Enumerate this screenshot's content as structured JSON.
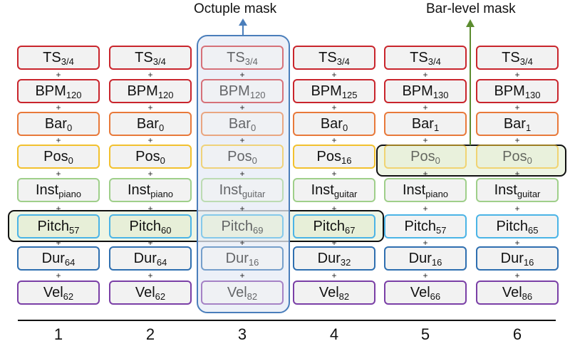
{
  "labels": {
    "octuple_mask": "Octuple mask",
    "bar_level_mask": "Bar-level mask"
  },
  "separator": "+",
  "row_colors": [
    "#c9252c",
    "#c9252c",
    "#e8793a",
    "#f2c12e",
    "#9fcf8a",
    "#4bb4e6",
    "#2f6fb0",
    "#7a3fa6"
  ],
  "mask_colors": {
    "octuple": "#4a7ebb",
    "bar_level": "#5b8c2f",
    "highlight": "#111111"
  },
  "columns": [
    {
      "number": "1",
      "cells": [
        {
          "base": "TS",
          "sub": "3/4"
        },
        {
          "base": "BPM",
          "sub": "120"
        },
        {
          "base": "Bar",
          "sub": "0"
        },
        {
          "base": "Pos",
          "sub": "0"
        },
        {
          "base": "Inst",
          "sub": "piano"
        },
        {
          "base": "Pitch",
          "sub": "57"
        },
        {
          "base": "Dur",
          "sub": "64"
        },
        {
          "base": "Vel",
          "sub": "62"
        }
      ]
    },
    {
      "number": "2",
      "cells": [
        {
          "base": "TS",
          "sub": "3/4"
        },
        {
          "base": "BPM",
          "sub": "120"
        },
        {
          "base": "Bar",
          "sub": "0"
        },
        {
          "base": "Pos",
          "sub": "0"
        },
        {
          "base": "Inst",
          "sub": "piano"
        },
        {
          "base": "Pitch",
          "sub": "60"
        },
        {
          "base": "Dur",
          "sub": "64"
        },
        {
          "base": "Vel",
          "sub": "62"
        }
      ]
    },
    {
      "number": "3",
      "cells": [
        {
          "base": "TS",
          "sub": "3/4"
        },
        {
          "base": "BPM",
          "sub": "120"
        },
        {
          "base": "Bar",
          "sub": "0"
        },
        {
          "base": "Pos",
          "sub": "0"
        },
        {
          "base": "Inst",
          "sub": "guitar"
        },
        {
          "base": "Pitch",
          "sub": "69"
        },
        {
          "base": "Dur",
          "sub": "16"
        },
        {
          "base": "Vel",
          "sub": "82"
        }
      ]
    },
    {
      "number": "4",
      "cells": [
        {
          "base": "TS",
          "sub": "3/4"
        },
        {
          "base": "BPM",
          "sub": "125"
        },
        {
          "base": "Bar",
          "sub": "0"
        },
        {
          "base": "Pos",
          "sub": "16"
        },
        {
          "base": "Inst",
          "sub": "guitar"
        },
        {
          "base": "Pitch",
          "sub": "67"
        },
        {
          "base": "Dur",
          "sub": "32"
        },
        {
          "base": "Vel",
          "sub": "82"
        }
      ]
    },
    {
      "number": "5",
      "cells": [
        {
          "base": "TS",
          "sub": "3/4"
        },
        {
          "base": "BPM",
          "sub": "130"
        },
        {
          "base": "Bar",
          "sub": "1"
        },
        {
          "base": "Pos",
          "sub": "0"
        },
        {
          "base": "Inst",
          "sub": "piano"
        },
        {
          "base": "Pitch",
          "sub": "57"
        },
        {
          "base": "Dur",
          "sub": "16"
        },
        {
          "base": "Vel",
          "sub": "66"
        }
      ]
    },
    {
      "number": "6",
      "cells": [
        {
          "base": "TS",
          "sub": "3/4"
        },
        {
          "base": "BPM",
          "sub": "130"
        },
        {
          "base": "Bar",
          "sub": "1"
        },
        {
          "base": "Pos",
          "sub": "0"
        },
        {
          "base": "Inst",
          "sub": "guitar"
        },
        {
          "base": "Pitch",
          "sub": "65"
        },
        {
          "base": "Dur",
          "sub": "16"
        },
        {
          "base": "Vel",
          "sub": "86"
        }
      ]
    }
  ]
}
